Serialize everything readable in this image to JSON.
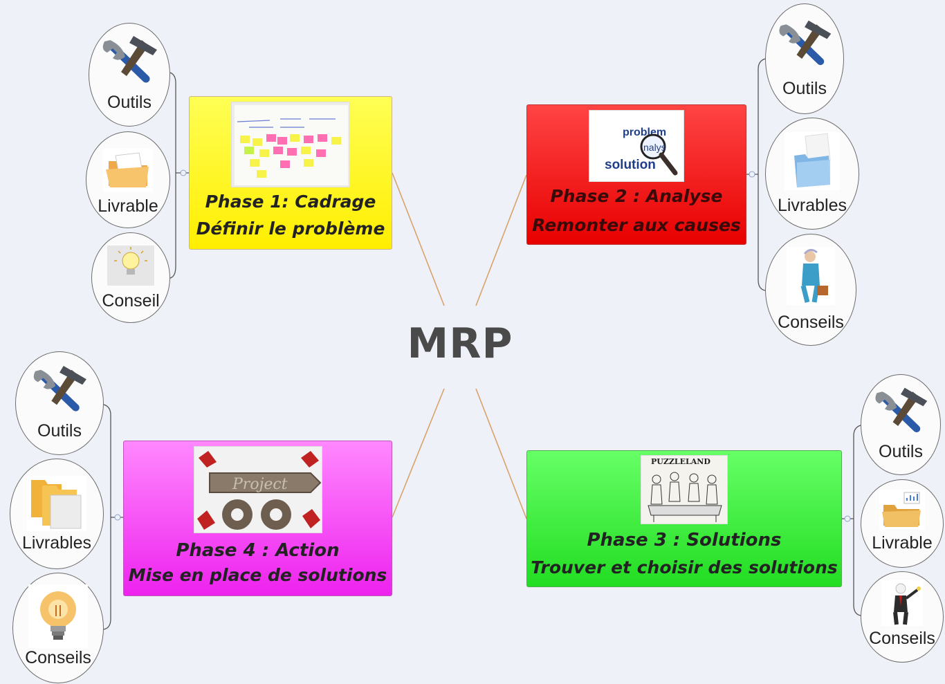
{
  "center": {
    "title": "MRP"
  },
  "phases": [
    {
      "line1": "Phase 1: Cadrage",
      "line2": "Définir le problème",
      "image": "sticky-notes-board-image"
    },
    {
      "line1": "Phase 2 :  Analyse",
      "line2": "Remonter aux causes",
      "image": "problem-analysis-solution-image",
      "image_words": [
        "problem",
        "nalys",
        "solution"
      ]
    },
    {
      "line1": "Phase 3 : Solutions",
      "line2": "Trouver et choisir des solutions",
      "image": "puzzleland-illustration-image",
      "image_words": [
        "PUZZLELAND"
      ]
    },
    {
      "line1": "Phase 4 : Action",
      "line2": "Mise en place de solutions",
      "image": "project-gears-image",
      "image_words": [
        "Project"
      ]
    }
  ],
  "branches": {
    "phase1": [
      {
        "label": "Outils",
        "icon": "tools-icon"
      },
      {
        "label": "Livrable",
        "icon": "open-folder-icon"
      },
      {
        "label": "Conseil",
        "icon": "lightbulb-icon"
      }
    ],
    "phase2": [
      {
        "label": "Outils",
        "icon": "tools-icon"
      },
      {
        "label": "Livrables",
        "icon": "blue-folder-icon"
      },
      {
        "label": "Conseils",
        "icon": "advisor-figure-icon"
      }
    ],
    "phase3": [
      {
        "label": "Outils",
        "icon": "tools-icon"
      },
      {
        "label": "Livrable",
        "icon": "folder-chart-icon"
      },
      {
        "label": "Conseils",
        "icon": "presenter-figure-icon"
      }
    ],
    "phase4": [
      {
        "label": "Outils",
        "icon": "tools-icon"
      },
      {
        "label": "Livrables",
        "icon": "folders-icon"
      },
      {
        "label": "Conseils",
        "icon": "lightbulb-icon"
      }
    ]
  },
  "colors": {
    "phase1": "#ffff33",
    "phase2": "#ff2222",
    "phase3": "#33ee33",
    "phase4": "#ff44ff",
    "connector": "#d9a26b",
    "background": "#eef1f7"
  }
}
